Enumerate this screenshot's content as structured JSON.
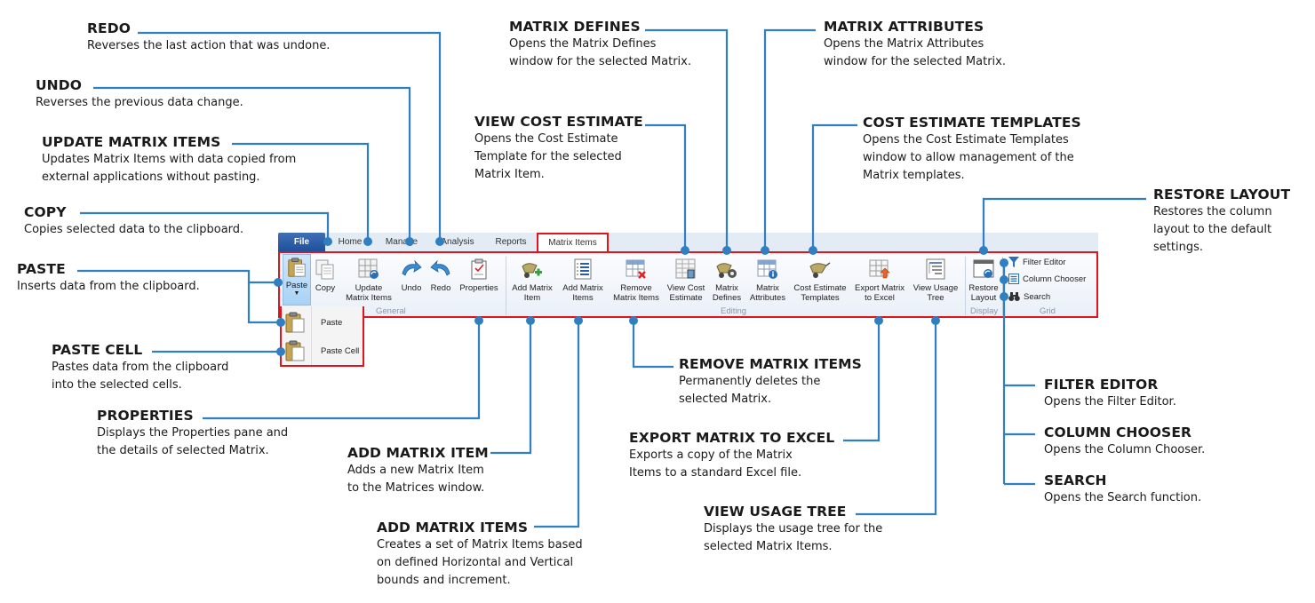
{
  "tabs": [
    {
      "label": "File"
    },
    {
      "label": "Home"
    },
    {
      "label": "Manage"
    },
    {
      "label": "Analysis"
    },
    {
      "label": "Reports"
    },
    {
      "label": "Matrix Items"
    }
  ],
  "ribbon": {
    "groups": {
      "general": "General",
      "editing": "Editing",
      "display": "Display",
      "grid": "Grid"
    },
    "buttons": {
      "paste": "Paste",
      "copy": "Copy",
      "update_matrix_items_1": "Update",
      "update_matrix_items_2": "Matrix Items",
      "undo": "Undo",
      "redo": "Redo",
      "properties": "Properties",
      "add_matrix_item_1": "Add Matrix",
      "add_matrix_item_2": "Item",
      "add_matrix_items_1": "Add Matrix",
      "add_matrix_items_2": "Items",
      "remove_matrix_items_1": "Remove",
      "remove_matrix_items_2": "Matrix Items",
      "view_cost_estimate_1": "View Cost",
      "view_cost_estimate_2": "Estimate",
      "matrix_defines_1": "Matrix",
      "matrix_defines_2": "Defines",
      "matrix_attributes_1": "Matrix",
      "matrix_attributes_2": "Attributes",
      "cost_estimate_templates_1": "Cost Estimate",
      "cost_estimate_templates_2": "Templates",
      "export_matrix_1": "Export Matrix",
      "export_matrix_2": "to Excel",
      "view_usage_tree_1": "View Usage",
      "view_usage_tree_2": "Tree",
      "restore_layout_1": "Restore",
      "restore_layout_2": "Layout",
      "filter_editor": "Filter Editor",
      "column_chooser": "Column Chooser",
      "search": "Search"
    },
    "paste_menu": [
      "Paste",
      "Paste Cell"
    ]
  },
  "callouts": {
    "redo": {
      "title": "REDO",
      "desc": [
        "Reverses the last action that was undone."
      ]
    },
    "undo": {
      "title": "UNDO",
      "desc": [
        "Reverses the previous data change."
      ]
    },
    "update_matrix_items": {
      "title": "UPDATE MATRIX ITEMS",
      "desc": [
        "Updates Matrix Items with data copied from",
        "external applications without pasting."
      ]
    },
    "copy": {
      "title": "COPY",
      "desc": [
        "Copies selected data to the clipboard."
      ]
    },
    "paste": {
      "title": "PASTE",
      "desc": [
        "Inserts data from the clipboard."
      ]
    },
    "paste_cell": {
      "title": "PASTE CELL",
      "desc": [
        "Pastes data from the clipboard",
        "into the selected cells."
      ]
    },
    "properties": {
      "title": "PROPERTIES",
      "desc": [
        "Displays the Properties pane and",
        "the details of selected Matrix."
      ]
    },
    "add_matrix_item": {
      "title": "ADD MATRIX ITEM",
      "desc": [
        "Adds a new Matrix Item",
        "to the Matrices window."
      ]
    },
    "add_matrix_items": {
      "title": "ADD MATRIX ITEMS",
      "desc": [
        "Creates a set of Matrix Items based",
        "on defined Horizontal and Vertical",
        "bounds and increment."
      ]
    },
    "matrix_defines": {
      "title": "MATRIX DEFINES",
      "desc": [
        "Opens the Matrix Defines",
        "window for the selected Matrix."
      ]
    },
    "matrix_attributes": {
      "title": "MATRIX ATTRIBUTES",
      "desc": [
        "Opens the Matrix Attributes",
        "window for the selected Matrix."
      ]
    },
    "view_cost_estimate": {
      "title": "VIEW COST ESTIMATE",
      "desc": [
        "Opens the Cost Estimate",
        "Template for the selected",
        "Matrix Item."
      ]
    },
    "cost_estimate_templates": {
      "title": "COST ESTIMATE TEMPLATES",
      "desc": [
        "Opens the Cost Estimate Templates",
        "window to allow management of the",
        "Matrix templates."
      ]
    },
    "restore_layout": {
      "title": "RESTORE LAYOUT",
      "desc": [
        "Restores the column",
        "layout to the default",
        "settings."
      ]
    },
    "remove_matrix_items": {
      "title": "REMOVE MATRIX ITEMS",
      "desc": [
        "Permanently deletes the",
        "selected Matrix."
      ]
    },
    "export_matrix": {
      "title": "EXPORT MATRIX TO EXCEL",
      "desc": [
        "Exports a copy of the Matrix",
        "Items to a standard Excel file."
      ]
    },
    "view_usage_tree": {
      "title": "VIEW USAGE TREE",
      "desc": [
        "Displays the usage tree for the",
        "selected Matrix Items."
      ]
    },
    "filter_editor": {
      "title": "FILTER EDITOR",
      "desc": [
        "Opens the Filter Editor."
      ]
    },
    "column_chooser": {
      "title": "COLUMN CHOOSER",
      "desc": [
        "Opens the Column Chooser."
      ]
    },
    "search": {
      "title": "SEARCH",
      "desc": [
        "Opens the Search function."
      ]
    }
  },
  "colors": {
    "leader_line": "#2f7fc1",
    "highlight_border": "#e0141d",
    "file_tab": "#2a5ca8"
  }
}
